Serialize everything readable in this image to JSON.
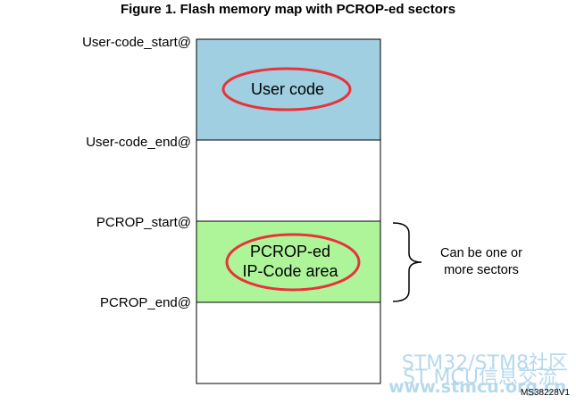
{
  "title": "Figure 1. Flash memory map with PCROP-ed sectors",
  "addresses": {
    "user_code_start": "User-code_start@",
    "user_code_end": "User-code_end@",
    "pcrop_start": "PCROP_start@",
    "pcrop_end": "PCROP_end@"
  },
  "areas": {
    "user_code": "User code",
    "pcrop_line1": "PCROP-ed",
    "pcrop_line2": "IP-Code area"
  },
  "brace_note": {
    "line1": "Can be one or",
    "line2": "more sectors"
  },
  "figure_ref": "MS38228V1",
  "watermark": {
    "line1": "STM32/STM8社区",
    "line2": "ST MCU信息交流",
    "line3": "www.stmcu.org.cn"
  },
  "colors": {
    "user_code_fill": "#9fcfe0",
    "pcrop_fill": "#aef59a",
    "ellipse_stroke": "#e8333a",
    "watermark": "#a9d3ec"
  }
}
